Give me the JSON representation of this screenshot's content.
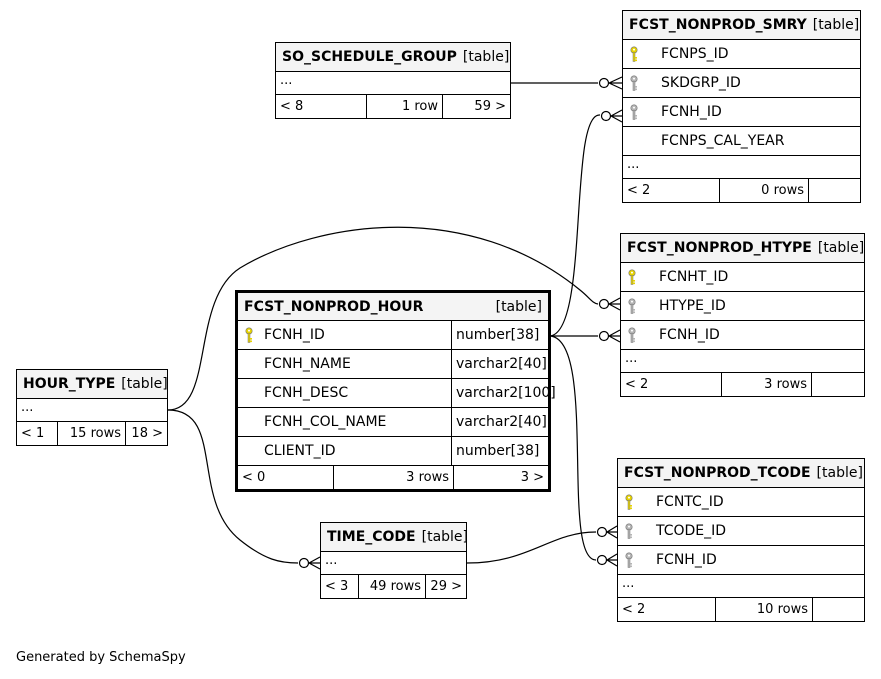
{
  "credit": "Generated by SchemaSpy",
  "tables": {
    "so_schedule_group": {
      "name": "SO_SCHEDULE_GROUP",
      "kind": "[table]",
      "ellipsis": "...",
      "footer": [
        "< 8",
        "1 row",
        "59 >"
      ]
    },
    "fcst_nonprod_smry": {
      "name": "FCST_NONPROD_SMRY",
      "kind": "[table]",
      "columns": [
        {
          "name": "FCNPS_ID",
          "key": "primary"
        },
        {
          "name": "SKDGRP_ID",
          "key": "foreign"
        },
        {
          "name": "FCNH_ID",
          "key": "foreign"
        },
        {
          "name": "FCNPS_CAL_YEAR",
          "key": "none"
        }
      ],
      "ellipsis": "...",
      "footer": [
        "< 2",
        "0 rows",
        ""
      ]
    },
    "fcst_nonprod_htype": {
      "name": "FCST_NONPROD_HTYPE",
      "kind": "[table]",
      "columns": [
        {
          "name": "FCNHT_ID",
          "key": "primary"
        },
        {
          "name": "HTYPE_ID",
          "key": "foreign"
        },
        {
          "name": "FCNH_ID",
          "key": "foreign"
        }
      ],
      "ellipsis": "...",
      "footer": [
        "< 2",
        "3 rows",
        ""
      ]
    },
    "fcst_nonprod_hour": {
      "name": "FCST_NONPROD_HOUR",
      "kind": "[table]",
      "columns": [
        {
          "name": "FCNH_ID",
          "type": "number[38]",
          "key": "primary"
        },
        {
          "name": "FCNH_NAME",
          "type": "varchar2[40]",
          "key": "none"
        },
        {
          "name": "FCNH_DESC",
          "type": "varchar2[100]",
          "key": "none"
        },
        {
          "name": "FCNH_COL_NAME",
          "type": "varchar2[40]",
          "key": "none"
        },
        {
          "name": "CLIENT_ID",
          "type": "number[38]",
          "key": "none"
        }
      ],
      "footer": [
        "< 0",
        "3 rows",
        "3 >"
      ]
    },
    "hour_type": {
      "name": "HOUR_TYPE",
      "kind": "[table]",
      "ellipsis": "...",
      "footer": [
        "< 1",
        "15 rows",
        "18 >"
      ]
    },
    "time_code": {
      "name": "TIME_CODE",
      "kind": "[table]",
      "ellipsis": "...",
      "footer": [
        "< 3",
        "49 rows",
        "29 >"
      ]
    },
    "fcst_nonprod_tcode": {
      "name": "FCST_NONPROD_TCODE",
      "kind": "[table]",
      "columns": [
        {
          "name": "FCNTC_ID",
          "key": "primary"
        },
        {
          "name": "TCODE_ID",
          "key": "foreign"
        },
        {
          "name": "FCNH_ID",
          "key": "foreign"
        }
      ],
      "ellipsis": "...",
      "footer": [
        "< 2",
        "10 rows",
        ""
      ]
    }
  },
  "colors": {
    "primary_key": "#e6d200",
    "foreign_key": "#b4b4b4",
    "header_bg": "#f4f4f4"
  }
}
